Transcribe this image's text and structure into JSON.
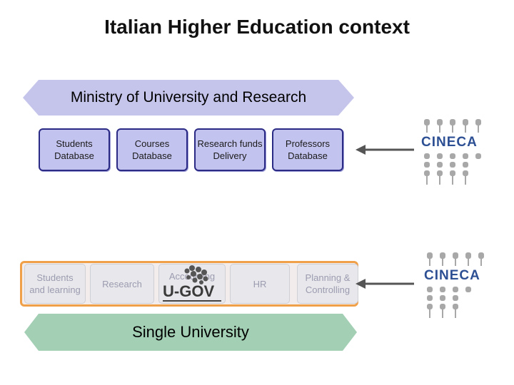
{
  "title": "Italian Higher Education context",
  "ministry_label": "Ministry of University and Research",
  "ministry_boxes": [
    {
      "line1": "Students",
      "line2": "Database"
    },
    {
      "line1": "Courses",
      "line2": "Database"
    },
    {
      "line1": "Research funds",
      "line2": "Delivery"
    },
    {
      "line1": "Professors",
      "line2": "Database"
    }
  ],
  "university_boxes": [
    {
      "line1": "Students",
      "line2": "and learning"
    },
    {
      "line1": "Research",
      "line2": ""
    },
    {
      "line1": "Accounting",
      "line2": ""
    },
    {
      "line1": "HR",
      "line2": ""
    },
    {
      "line1": "Planning &",
      "line2": "Controlling"
    }
  ],
  "ugov_logo_text": "U-GOV",
  "cineca_logo_text": "CINECA",
  "single_university_label": "Single University",
  "colors": {
    "ministry_banner": "#c5c5ec",
    "db_box_fill": "#c3c3ef",
    "db_box_border": "#2b2b86",
    "university_panel_border": "#f0a048",
    "single_university_banner": "#a3cfb4",
    "cineca_blue": "#2d4f93",
    "arrow": "#555555"
  }
}
